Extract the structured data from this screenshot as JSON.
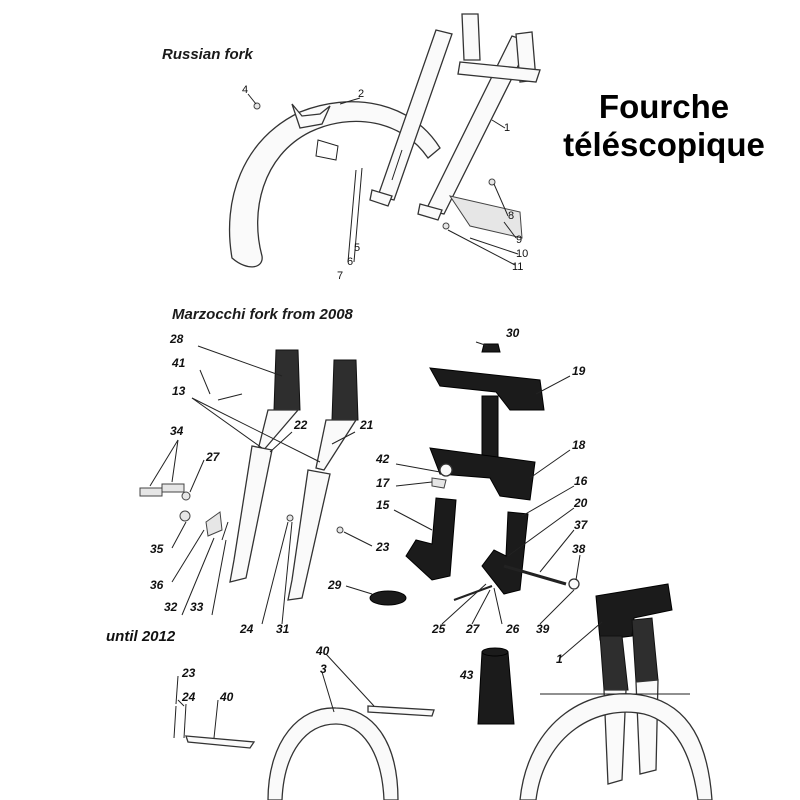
{
  "headings": {
    "russian_fork": "Russian fork",
    "marzocchi_fork": "Marzocchi fork from 2008"
  },
  "title": {
    "line1": "Fourche",
    "line2": "téléscopique"
  },
  "note": "until 2012",
  "russian_callouts": {
    "c1": "1",
    "c2": "2",
    "c4": "4",
    "c5": "5",
    "c6": "6",
    "c7": "7",
    "c8": "8",
    "c9": "9",
    "c10": "10",
    "c11": "11"
  },
  "marzocchi_callouts": {
    "c28": "28",
    "c41": "41",
    "c13": "13",
    "c22": "22",
    "c21": "21",
    "c34": "34",
    "c27a": "27",
    "c35": "35",
    "c36": "36",
    "c32": "32",
    "c33": "33",
    "c23a": "23",
    "c24a": "24",
    "c31": "31",
    "c29": "29",
    "c30": "30",
    "c19": "19",
    "c18": "18",
    "c42": "42",
    "c17": "17",
    "c16": "16",
    "c15": "15",
    "c20": "20",
    "c37": "37",
    "c38": "38",
    "c25": "25",
    "c27b": "27",
    "c26": "26",
    "c39": "39",
    "c1": "1",
    "c43": "43",
    "c40a": "40",
    "c3": "3",
    "c23b": "23",
    "c24b": "24",
    "c40b": "40"
  }
}
